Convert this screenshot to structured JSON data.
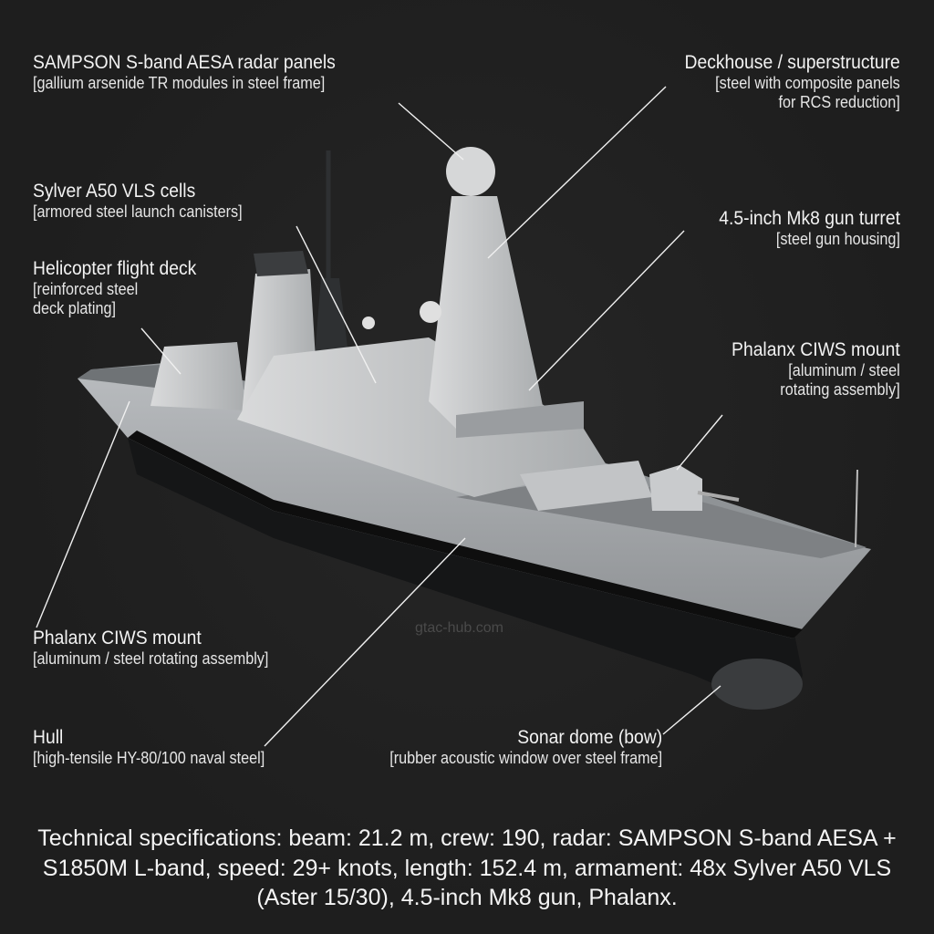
{
  "labels": {
    "sampson": {
      "title": "SAMPSON S-band AESA radar panels",
      "sub": "[gallium arsenide TR modules in steel frame]"
    },
    "deckhouse": {
      "title": "Deckhouse / superstructure",
      "sub1": "[steel with composite panels",
      "sub2": "for RCS reduction]"
    },
    "sylver": {
      "title": "Sylver A50 VLS cells",
      "sub": "[armored steel launch canisters]"
    },
    "gun": {
      "title": "4.5-inch Mk8 gun turret",
      "sub": "[steel gun housing]"
    },
    "helideck": {
      "title": "Helicopter flight deck",
      "sub1": "[reinforced steel",
      "sub2": "deck plating]"
    },
    "phalanx_right": {
      "title": "Phalanx CIWS mount",
      "sub1": "[aluminum / steel",
      "sub2": "rotating assembly]"
    },
    "phalanx_left": {
      "title": "Phalanx CIWS mount",
      "sub": "[aluminum / steel rotating assembly]"
    },
    "hull": {
      "title": "Hull",
      "sub": "[high-tensile HY-80/100 naval steel]"
    },
    "sonar": {
      "title": "Sonar dome (bow)",
      "sub": "[rubber acoustic window over steel frame]"
    }
  },
  "watermark": "gtac-hub.com",
  "specs": "Technical specifications: beam: 21.2 m, crew: 190, radar: SAMPSON S-band AESA + S1850M L-band, speed: 29+ knots, length: 152.4 m, armament: 48x Sylver A50 VLS (Aster 15/30), 4.5-inch Mk8 gun, Phalanx.",
  "colors": {
    "background": "#1f1f1f",
    "ship": "#c9cbcd",
    "text": "#f2f2f2"
  }
}
